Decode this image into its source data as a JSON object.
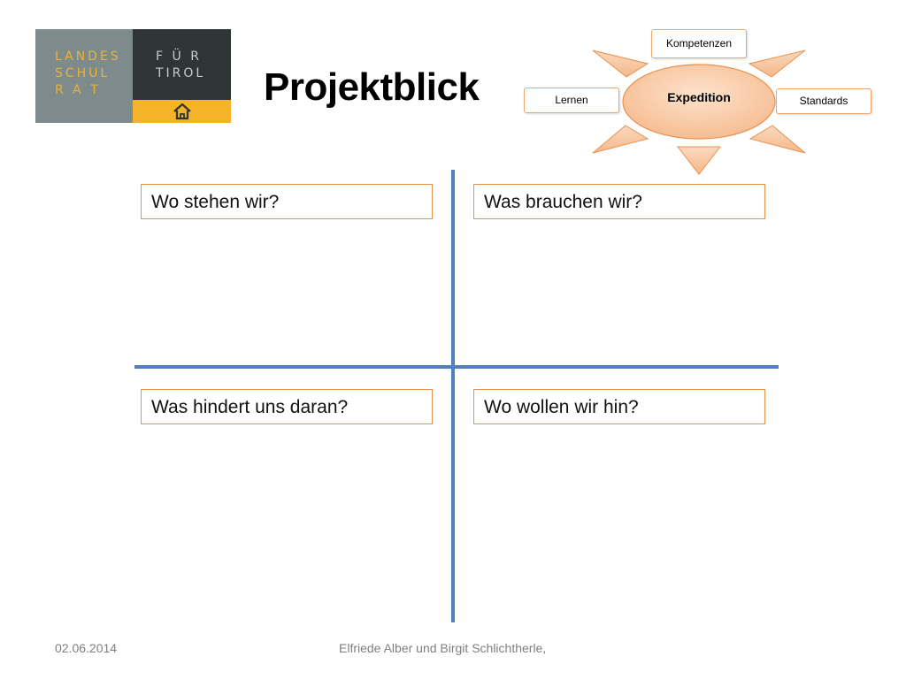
{
  "logo": {
    "left_text": "LANDES\nSCHUL\nR A T",
    "right_text": "F Ü R\nTIROL",
    "house_icon": "house-icon"
  },
  "title": "Projektblick",
  "sun": {
    "center": "Expedition",
    "top": "Kompetenzen",
    "left": "Lernen",
    "right": "Standards",
    "color_fill": "#f8c8a4",
    "color_stroke": "#e8914d"
  },
  "quadrants": {
    "top_left": "Wo stehen wir?",
    "top_right": "Was brauchen wir?",
    "bottom_left": "Was hindert uns daran?",
    "bottom_right": "Wo wollen wir hin?"
  },
  "colors": {
    "cross_lines": "#4f7fc0",
    "box_border": "#e8914d"
  },
  "footer": {
    "date": "02.06.2014",
    "authors": "Elfriede Alber und Birgit Schlichtherle,"
  }
}
